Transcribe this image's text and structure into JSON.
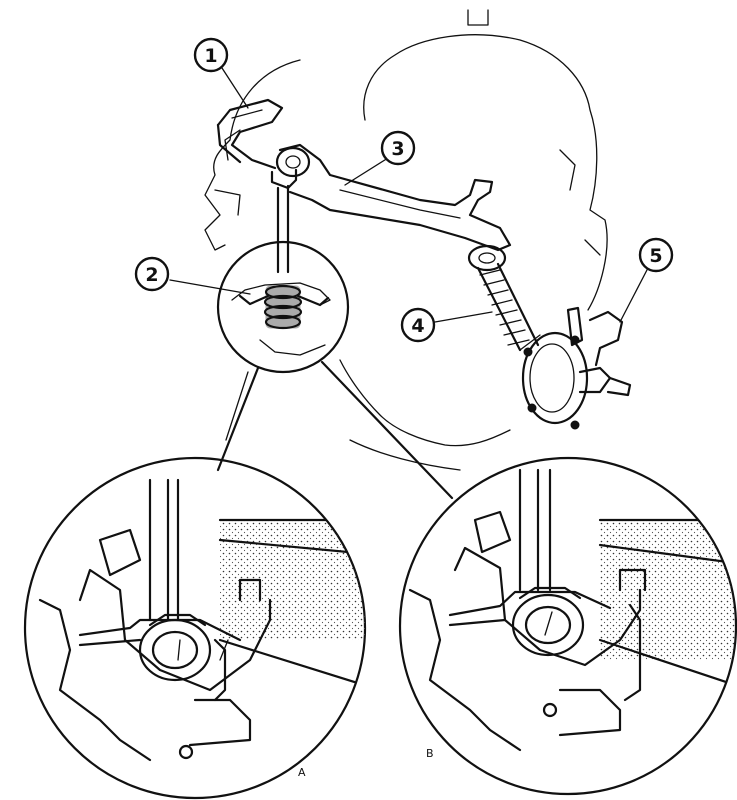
{
  "callouts": [
    {
      "id": "1",
      "label": "1"
    },
    {
      "id": "2",
      "label": "2"
    },
    {
      "id": "3",
      "label": "3"
    },
    {
      "id": "4",
      "label": "4"
    },
    {
      "id": "5",
      "label": "5"
    }
  ],
  "panels": {
    "left_label": "A",
    "right_label": "B"
  },
  "colors": {
    "ink": "#111111",
    "paper": "#ffffff"
  }
}
